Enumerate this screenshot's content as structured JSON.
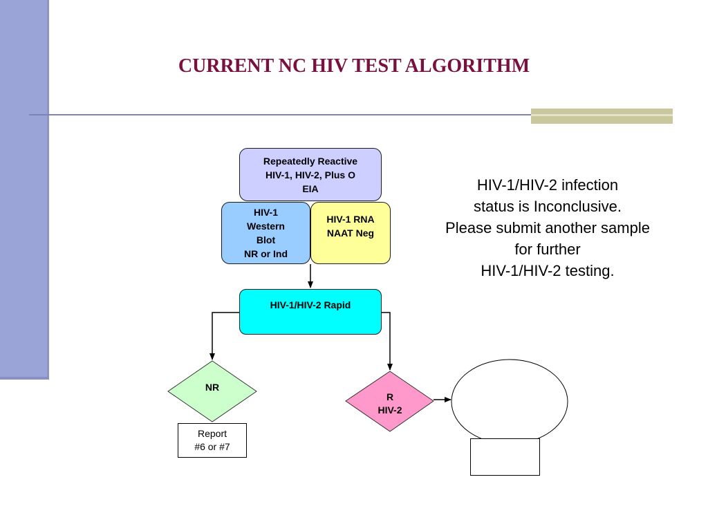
{
  "title": "CURRENT NC HIV TEST ALGORITHM",
  "nodes": {
    "eia": "Repeatedly Reactive\nHIV-1, HIV-2, Plus O\nEIA",
    "western_blot": "HIV-1\nWestern\nBlot\nNR or Ind",
    "rna_naat": "HIV-1 RNA\nNAAT Neg",
    "rapid": "HIV-1/HIV-2 Rapid",
    "nr": "NR",
    "r_hiv2": "R\nHIV-2",
    "report": "Report\n#6 or #7",
    "circle": "",
    "result_box": ""
  },
  "note": "HIV-1/HIV-2 infection\nstatus is Inconclusive.\nPlease submit another sample\nfor further\nHIV-1/HIV-2 testing.",
  "colors": {
    "title": "#7a1040",
    "eia_fill": "#cccfff",
    "western_blot_fill": "#99ccff",
    "rna_fill": "#ffff99",
    "rapid_fill": "#00ffff",
    "nr_fill": "#ccffcc",
    "r_fill": "#ff99cc",
    "side_band": "#9aa4d6",
    "accent_bar": "#c8c89c"
  }
}
